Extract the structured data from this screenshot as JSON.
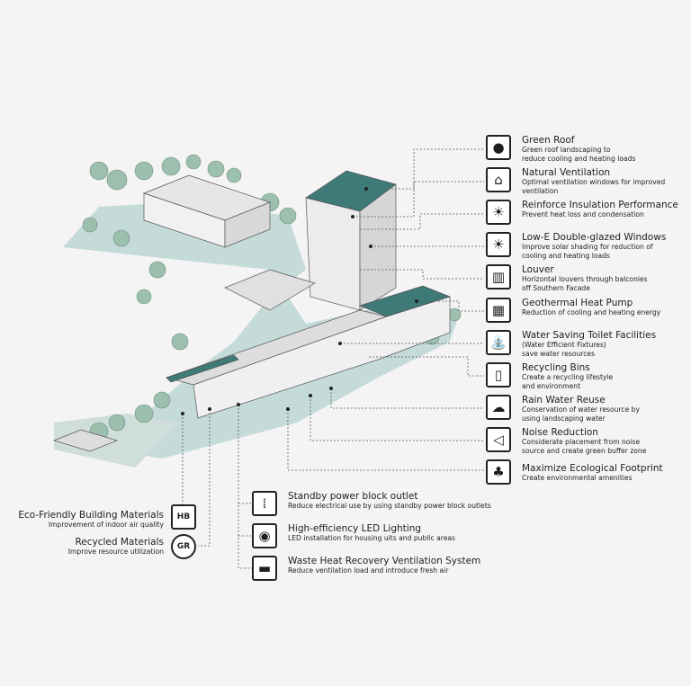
{
  "colors": {
    "background": "#f4f4f4",
    "teal": "#3d7a78",
    "ground": "#b8d4d2",
    "tree": "#9cbfae",
    "ink": "#1e1e1e"
  },
  "right_features": [
    {
      "icon": "green-roof-icon",
      "title": "Green Roof",
      "desc1": "Green roof landscaping to",
      "desc2": "reduce cooling and heating loads"
    },
    {
      "icon": "natural-ventilation-icon",
      "title": "Natural Ventilation",
      "desc1": "Optimal ventilation windows for improved",
      "desc2": "ventilation"
    },
    {
      "icon": "insulation-icon",
      "title": "Reinforce Insulation Performance",
      "desc1": "Prevent heat loss and condensation",
      "desc2": ""
    },
    {
      "icon": "low-e-window-icon",
      "title": "Low-E Double-glazed Windows",
      "desc1": "Improve solar shading for reduction of",
      "desc2": "cooling and heating loads"
    },
    {
      "icon": "louver-icon",
      "title": "Louver",
      "desc1": "Horizontal louvers through balconies",
      "desc2": "off Southern Facade"
    },
    {
      "icon": "heat-pump-icon",
      "title": "Geothermal Heat Pump",
      "desc1": "Reduction of cooling and heating energy",
      "desc2": ""
    },
    {
      "icon": "faucet-icon",
      "title": "Water Saving Toilet Facilities",
      "desc1": "(Water Efficient Fixtures)",
      "desc2": "save water resources"
    },
    {
      "icon": "recycling-bin-icon",
      "title": "Recycling Bins",
      "desc1": "Create a recycling lifestyle",
      "desc2": "and environment"
    },
    {
      "icon": "rain-icon",
      "title": "Rain Water Reuse",
      "desc1": "Conservation of water resource by",
      "desc2": "using landscaping water"
    },
    {
      "icon": "noise-icon",
      "title": "Noise Reduction",
      "desc1": "Considerate placement from noise",
      "desc2": "source and create green buffer zone"
    },
    {
      "icon": "trees-icon",
      "title": "Maximize Ecological Footprint",
      "desc1": "Create environmental amenities",
      "desc2": ""
    }
  ],
  "left_features": [
    {
      "icon": "house-hb-icon",
      "glyph": "HB",
      "title": "Eco-Friendly Building Materials",
      "desc": "Improvement of indoor air quality"
    },
    {
      "icon": "gr-gear-icon",
      "glyph": "GR",
      "title": "Recycled Materials",
      "desc": "Improve resource utilization"
    }
  ],
  "middle_features": [
    {
      "icon": "power-outlet-icon",
      "title": "Standby power block outlet",
      "desc": "Reduce electrical use by using standby power block outlets"
    },
    {
      "icon": "led-light-icon",
      "title": "High-efficiency LED Lighting",
      "desc": "LED installation for housing uits and public areas"
    },
    {
      "icon": "ventilation-system-icon",
      "title": "Waste Heat Recovery Ventilation System",
      "desc": "Reduce ventilation load and introduce fresh air"
    }
  ]
}
